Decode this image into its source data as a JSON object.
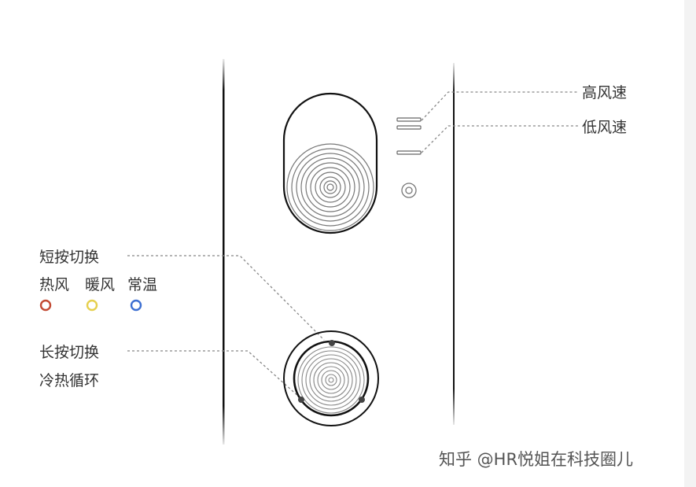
{
  "labels": {
    "high_speed": "高风速",
    "low_speed": "低风速",
    "short_press": "短按切换",
    "modes": [
      "热风",
      "暖风",
      "常温"
    ],
    "long_press_line1": "长按切换",
    "long_press_line2": "冷热循环"
  },
  "mode_colors": [
    "#c24a33",
    "#e6d04e",
    "#3d6fd2"
  ],
  "watermark": "知乎 @HR悦姐在科技圈儿"
}
